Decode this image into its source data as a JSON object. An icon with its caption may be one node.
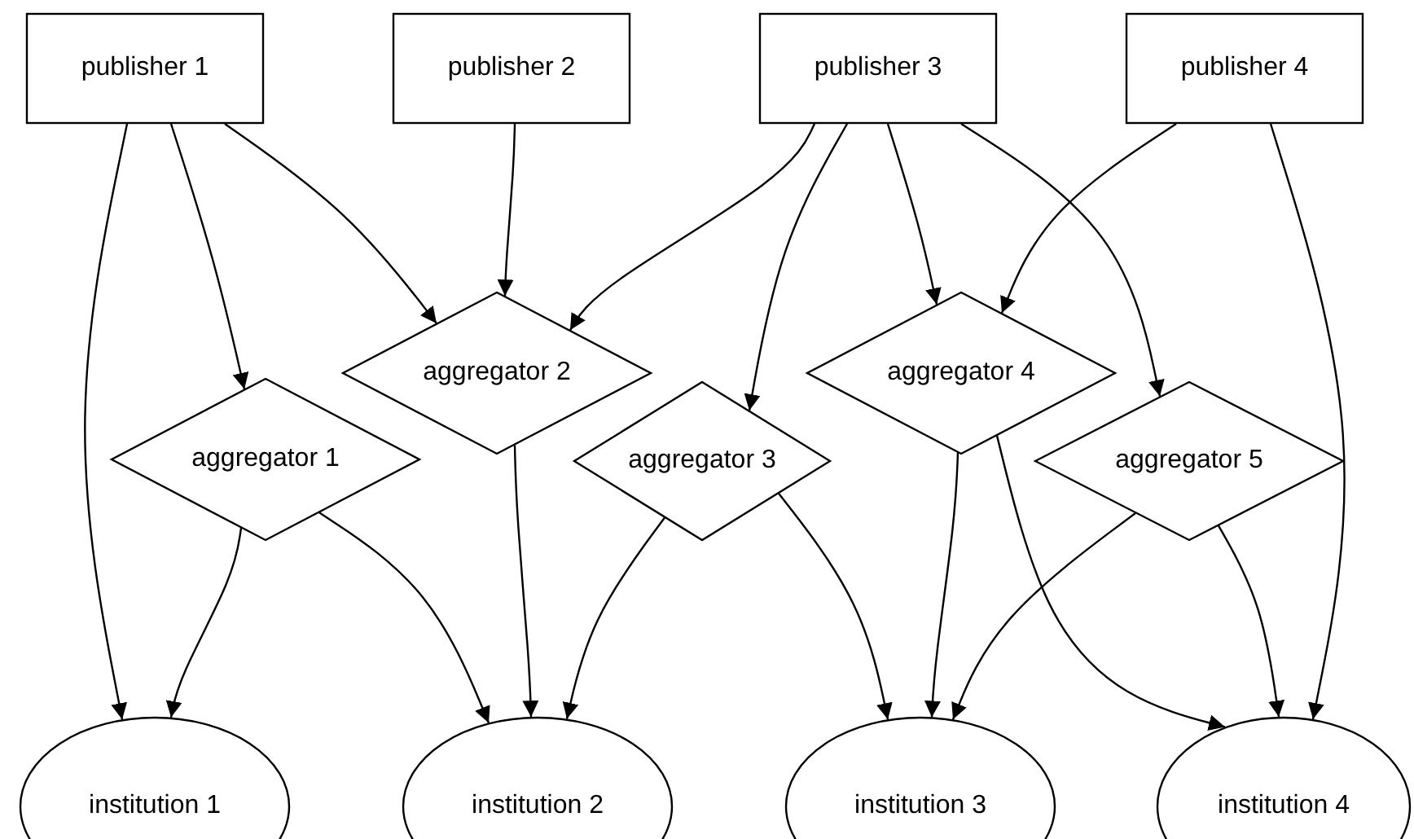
{
  "diagram": {
    "nodes": [
      {
        "text": [
          "publisher 1"
        ]
      },
      {
        "text": [
          "publisher 2"
        ]
      },
      {
        "text": [
          "publisher 3"
        ]
      },
      {
        "text": [
          "publisher 4"
        ]
      },
      {
        "text": [
          "aggregator 1"
        ]
      },
      {
        "text": [
          "aggregator 2"
        ]
      },
      {
        "text": [
          "aggregator 3"
        ]
      },
      {
        "text": [
          "aggregator 4"
        ]
      },
      {
        "text": [
          "aggregator 5"
        ]
      },
      {
        "text": [
          "institution 1"
        ]
      },
      {
        "text": [
          "institution 2"
        ]
      },
      {
        "text": [
          "institution 3"
        ]
      },
      {
        "text": [
          "institution 4"
        ]
      }
    ],
    "edges": [
      {
        "from": 0,
        "to": 9,
        "arrow": "to"
      },
      {
        "from": 0,
        "to": 4,
        "arrow": "to"
      },
      {
        "from": 0,
        "to": 5,
        "arrow": "to"
      },
      {
        "from": 1,
        "to": 5,
        "arrow": "to"
      },
      {
        "from": 2,
        "to": 5,
        "arrow": "to"
      },
      {
        "from": 2,
        "to": 6,
        "arrow": "to"
      },
      {
        "from": 2,
        "to": 7,
        "arrow": "to"
      },
      {
        "from": 2,
        "to": 8,
        "arrow": "to"
      },
      {
        "from": 3,
        "to": 7,
        "arrow": "to"
      },
      {
        "from": 3,
        "to": 12,
        "arrow": "to"
      },
      {
        "from": 4,
        "to": 9,
        "arrow": "to"
      },
      {
        "from": 4,
        "to": 10,
        "arrow": "to"
      },
      {
        "from": 5,
        "to": 10,
        "arrow": "to"
      },
      {
        "from": 6,
        "to": 10,
        "arrow": "to"
      },
      {
        "from": 6,
        "to": 11,
        "arrow": "to"
      },
      {
        "from": 7,
        "to": 11,
        "arrow": "to"
      },
      {
        "from": 7,
        "to": 12,
        "arrow": "to"
      },
      {
        "from": 8,
        "to": 11,
        "arrow": "to"
      },
      {
        "from": 8,
        "to": 12,
        "arrow": "to"
      }
    ]
  }
}
